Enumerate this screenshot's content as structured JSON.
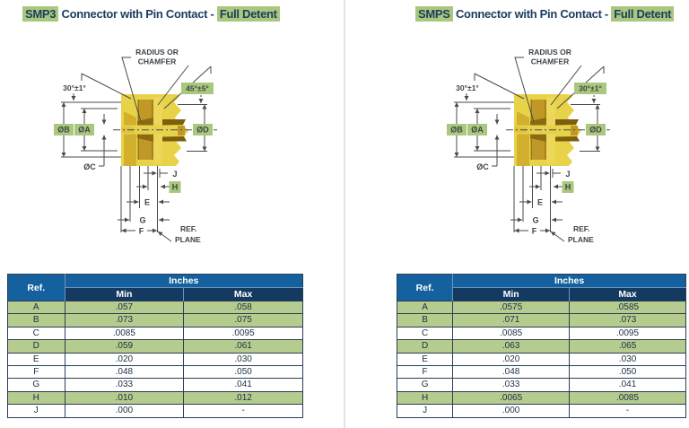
{
  "colors": {
    "title_navy": "#1d3c5f",
    "highlight_green": "#a9c87e",
    "table_header_blue": "#15609e",
    "table_subheader_navy": "#143a61",
    "table_row_green": "#b6cb8e",
    "table_border": "#2a3e55",
    "body_yellow": "#e8d348",
    "body_gold": "#c09827",
    "body_dark_brown": "#7d5e0e",
    "dimension_line_gray": "#4a4a4a",
    "divider_gray": "#e4e4e4"
  },
  "panels": [
    {
      "title_part1": "SMP3",
      "title_part2": " Connector with Pin Contact - ",
      "title_part3": "Full Detent",
      "diagram": {
        "labels": {
          "radius_line1": "RADIUS OR",
          "radius_line2": "CHAMFER",
          "left_angle": "30°±1°",
          "right_angle": "45°±5°",
          "dia_b": "ØB",
          "dia_a": "ØA",
          "dia_c": "ØC",
          "dia_d": "ØD",
          "j": "J",
          "h": "H",
          "e": "E",
          "g": "G",
          "f": "F",
          "ref_line1": "REF.",
          "ref_line2": "PLANE"
        }
      },
      "table": {
        "ref_header": "Ref.",
        "group_header": "Inches",
        "min_header": "Min",
        "max_header": "Max",
        "rows": [
          {
            "ref": "A",
            "min": ".057",
            "max": ".058",
            "green": true
          },
          {
            "ref": "B",
            "min": ".073",
            "max": ".075",
            "green": true
          },
          {
            "ref": "C",
            "min": ".0085",
            "max": ".0095",
            "green": false
          },
          {
            "ref": "D",
            "min": ".059",
            "max": ".061",
            "green": true
          },
          {
            "ref": "E",
            "min": ".020",
            "max": ".030",
            "green": false
          },
          {
            "ref": "F",
            "min": ".048",
            "max": ".050",
            "green": false
          },
          {
            "ref": "G",
            "min": ".033",
            "max": ".041",
            "green": false
          },
          {
            "ref": "H",
            "min": ".010",
            "max": ".012",
            "green": true
          },
          {
            "ref": "J",
            "min": ".000",
            "max": "-",
            "green": false
          }
        ]
      }
    },
    {
      "title_part1": "SMPS",
      "title_part2": " Connector with Pin Contact - ",
      "title_part3": "Full Detent",
      "diagram": {
        "labels": {
          "radius_line1": "RADIUS OR",
          "radius_line2": "CHAMFER",
          "left_angle": "30°±1°",
          "right_angle": "30°±1°",
          "dia_b": "ØB",
          "dia_a": "ØA",
          "dia_c": "ØC",
          "dia_d": "ØD",
          "j": "J",
          "h": "H",
          "e": "E",
          "g": "G",
          "f": "F",
          "ref_line1": "REF.",
          "ref_line2": "PLANE"
        }
      },
      "table": {
        "ref_header": "Ref.",
        "group_header": "Inches",
        "min_header": "Min",
        "max_header": "Max",
        "rows": [
          {
            "ref": "A",
            "min": ".0575",
            "max": ".0585",
            "green": true
          },
          {
            "ref": "B",
            "min": ".071",
            "max": ".073",
            "green": true
          },
          {
            "ref": "C",
            "min": ".0085",
            "max": ".0095",
            "green": false
          },
          {
            "ref": "D",
            "min": ".063",
            "max": ".065",
            "green": true
          },
          {
            "ref": "E",
            "min": ".020",
            "max": ".030",
            "green": false
          },
          {
            "ref": "F",
            "min": ".048",
            "max": ".050",
            "green": false
          },
          {
            "ref": "G",
            "min": ".033",
            "max": ".041",
            "green": false
          },
          {
            "ref": "H",
            "min": ".0065",
            "max": ".0085",
            "green": true
          },
          {
            "ref": "J",
            "min": ".000",
            "max": "-",
            "green": false
          }
        ]
      }
    }
  ]
}
